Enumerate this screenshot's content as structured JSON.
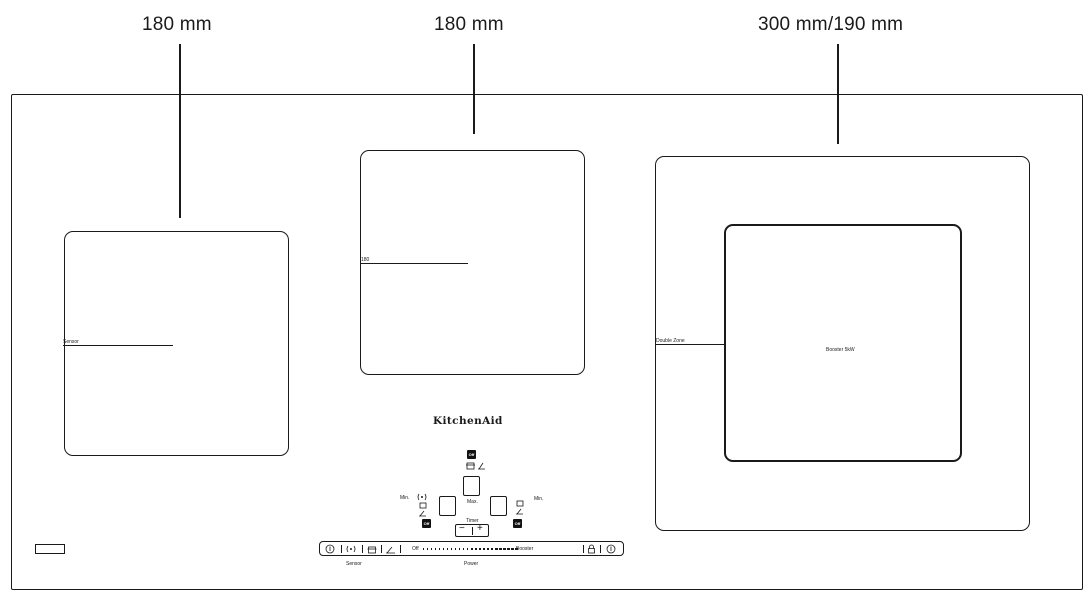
{
  "dimensions": {
    "left_zone": "180 mm",
    "middle_zone": "180 mm",
    "right_zone": "300 mm/190 mm"
  },
  "zones": {
    "left_label": "Sensor",
    "middle_label": "180",
    "right_label": "Double Zone",
    "right_inner_label": "Booster 5kW"
  },
  "panel": {
    "brand": "KitchenAid",
    "off_label": "Off",
    "min_label": "Min.",
    "max_label": "Max.",
    "timer_label": "Timer",
    "timer_minus": "−",
    "timer_plus": "+",
    "slider_off": "Off",
    "slider_booster": "Booster",
    "sensor_caption": "Sensor",
    "power_caption": "Power"
  },
  "icons": {
    "power": "power-icon",
    "sensor": "sensor-waves-icon",
    "pot": "pot-icon",
    "heat": "heat-pan-icon",
    "lock": "lock-icon"
  }
}
